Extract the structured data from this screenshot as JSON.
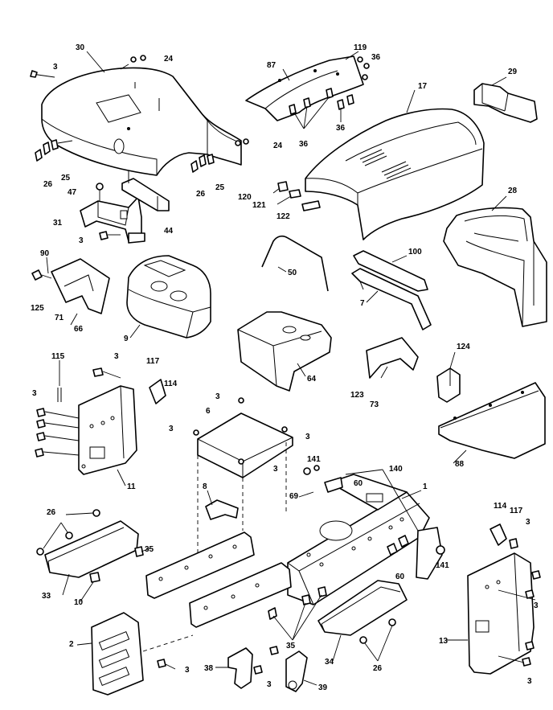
{
  "diagram": {
    "callouts": [
      {
        "id": "c30",
        "text": "30"
      },
      {
        "id": "c3a",
        "text": "3"
      },
      {
        "id": "c24a",
        "text": "24"
      },
      {
        "id": "c87",
        "text": "87"
      },
      {
        "id": "c119",
        "text": "119"
      },
      {
        "id": "c36a",
        "text": "36"
      },
      {
        "id": "c29",
        "text": "29"
      },
      {
        "id": "c17",
        "text": "17"
      },
      {
        "id": "c36b",
        "text": "36"
      },
      {
        "id": "c36c",
        "text": "36"
      },
      {
        "id": "c24b",
        "text": "24"
      },
      {
        "id": "c26a",
        "text": "26"
      },
      {
        "id": "c25a",
        "text": "25"
      },
      {
        "id": "c26b",
        "text": "26"
      },
      {
        "id": "c25b",
        "text": "25"
      },
      {
        "id": "c47",
        "text": "47"
      },
      {
        "id": "c31",
        "text": "31"
      },
      {
        "id": "c44",
        "text": "44"
      },
      {
        "id": "c3b",
        "text": "3"
      },
      {
        "id": "c120",
        "text": "120"
      },
      {
        "id": "c121",
        "text": "121"
      },
      {
        "id": "c122",
        "text": "122"
      },
      {
        "id": "c28",
        "text": "28"
      },
      {
        "id": "c90",
        "text": "90"
      },
      {
        "id": "c50",
        "text": "50"
      },
      {
        "id": "c100",
        "text": "100"
      },
      {
        "id": "c125",
        "text": "125"
      },
      {
        "id": "c71",
        "text": "71"
      },
      {
        "id": "c66",
        "text": "66"
      },
      {
        "id": "c9",
        "text": "9"
      },
      {
        "id": "c7",
        "text": "7"
      },
      {
        "id": "c64",
        "text": "64"
      },
      {
        "id": "c115",
        "text": "115"
      },
      {
        "id": "c3c",
        "text": "3"
      },
      {
        "id": "c117a",
        "text": "117"
      },
      {
        "id": "c114a",
        "text": "114"
      },
      {
        "id": "c124",
        "text": "124"
      },
      {
        "id": "c123",
        "text": "123"
      },
      {
        "id": "c73",
        "text": "73"
      },
      {
        "id": "c3d",
        "text": "3"
      },
      {
        "id": "c3e",
        "text": "3"
      },
      {
        "id": "c6",
        "text": "6"
      },
      {
        "id": "c3f",
        "text": "3"
      },
      {
        "id": "c3g",
        "text": "3"
      },
      {
        "id": "c3h",
        "text": "3"
      },
      {
        "id": "c11",
        "text": "11"
      },
      {
        "id": "c141a",
        "text": "141"
      },
      {
        "id": "c140",
        "text": "140"
      },
      {
        "id": "c60a",
        "text": "60"
      },
      {
        "id": "c1",
        "text": "1"
      },
      {
        "id": "c88",
        "text": "88"
      },
      {
        "id": "c69",
        "text": "69"
      },
      {
        "id": "c8",
        "text": "8"
      },
      {
        "id": "c26c",
        "text": "26"
      },
      {
        "id": "c35a",
        "text": "35"
      },
      {
        "id": "c114b",
        "text": "114"
      },
      {
        "id": "c117b",
        "text": "117"
      },
      {
        "id": "c3i",
        "text": "3"
      },
      {
        "id": "c60b",
        "text": "60"
      },
      {
        "id": "c141b",
        "text": "141"
      },
      {
        "id": "c33",
        "text": "33"
      },
      {
        "id": "c10",
        "text": "10"
      },
      {
        "id": "c2",
        "text": "2"
      },
      {
        "id": "c3j",
        "text": "3"
      },
      {
        "id": "c35b",
        "text": "35"
      },
      {
        "id": "c34",
        "text": "34"
      },
      {
        "id": "c26d",
        "text": "26"
      },
      {
        "id": "c13",
        "text": "13"
      },
      {
        "id": "c3k",
        "text": "3"
      },
      {
        "id": "c3l",
        "text": "3"
      },
      {
        "id": "c38",
        "text": "38"
      },
      {
        "id": "c3m",
        "text": "3"
      },
      {
        "id": "c39",
        "text": "39"
      }
    ]
  }
}
